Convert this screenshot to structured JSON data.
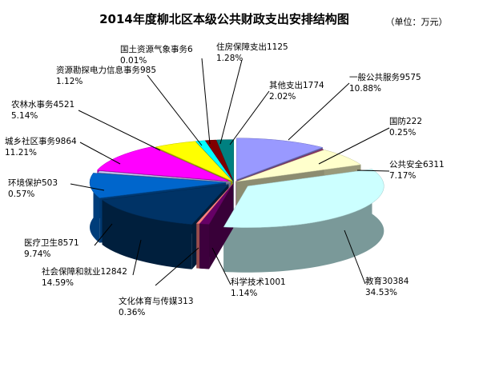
{
  "chart_data": {
    "type": "pie",
    "title": "2014年度柳北区本级公共财政支出安排结构图",
    "unit": "（单位：万元）",
    "slices": [
      {
        "name": "一般公共服务",
        "value": 9575,
        "percent": "10.88%",
        "color": "#9999ff"
      },
      {
        "name": "国防",
        "value": 222,
        "percent": "0.25%",
        "color": "#993366"
      },
      {
        "name": "公共安全",
        "value": 6311,
        "percent": "7.17%",
        "color": "#ffffcc"
      },
      {
        "name": "教育",
        "value": 30384,
        "percent": "34.53%",
        "color": "#ccffff"
      },
      {
        "name": "科学技术",
        "value": 1001,
        "percent": "1.14%",
        "color": "#660066"
      },
      {
        "name": "文化体育与传媒",
        "value": 313,
        "percent": "0.36%",
        "color": "#ff8080"
      },
      {
        "name": "社会保障和就业",
        "value": 12842,
        "percent": "14.59%",
        "color": "#003366"
      },
      {
        "name": "医疗卫生",
        "value": 8571,
        "percent": "9.74%",
        "color": "#0066cc"
      },
      {
        "name": "环境保护",
        "value": 503,
        "percent": "0.57%",
        "color": "#ccccff"
      },
      {
        "name": "城乡社区事务",
        "value": 9864,
        "percent": "11.21%",
        "color": "#ff00ff"
      },
      {
        "name": "农林水事务",
        "value": 4521,
        "percent": "5.14%",
        "color": "#ffff00"
      },
      {
        "name": "资源勘探电力信息事务",
        "value": 985,
        "percent": "1.12%",
        "color": "#00ffff"
      },
      {
        "name": "国土资源气象事务",
        "value": 6,
        "percent": "0.01%",
        "color": "#800080"
      },
      {
        "name": "住房保障支出",
        "value": 1125,
        "percent": "1.28%",
        "color": "#800000"
      },
      {
        "name": "其他支出",
        "value": 1774,
        "percent": "2.02%",
        "color": "#008080"
      }
    ]
  }
}
